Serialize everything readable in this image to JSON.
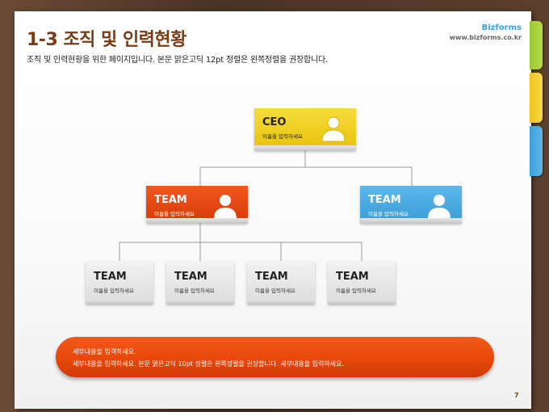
{
  "header": {
    "title": "1-3 조직 및 인력현황",
    "subtitle": "조직 및 인력현황을 위한 페이지입니다. 본문 맑은고딕 12pt 정렬은 왼쪽정렬을 권장합니다.",
    "brand": "Bizforms",
    "brand_url": "www.bizforms.co.kr"
  },
  "org": {
    "ceo": {
      "title": "CEO",
      "subtitle": "이름을 입력하세요"
    },
    "team_red": {
      "title": "TEAM",
      "subtitle": "이름을 입력하세요"
    },
    "team_blue": {
      "title": "TEAM",
      "subtitle": "이름을 입력하세요"
    },
    "sub_teams": [
      {
        "title": "TEAM",
        "subtitle": "이름을 입력하세요"
      },
      {
        "title": "TEAM",
        "subtitle": "이름을 입력하세요"
      },
      {
        "title": "TEAM",
        "subtitle": "이름을 입력하세요"
      },
      {
        "title": "TEAM",
        "subtitle": "이름을 입력하세요"
      }
    ]
  },
  "note": {
    "line1": "세부내용을 입력하세요.",
    "line2": "세부내용을 입력하세요. 본문 맑은고딕 10pt 정렬은 왼쪽정렬을 권장합니다. 세부내용을 입력하세요."
  },
  "page_number": "7",
  "colors": {
    "title": "#7a3c15",
    "ceo": "#f0cf1f",
    "team_red": "#e44a12",
    "team_blue": "#4aaae2",
    "team_gray": "#e6e6e6",
    "tab_green": "#a8d03a",
    "tab_yellow": "#f3cc2c",
    "tab_blue": "#46abe0"
  }
}
